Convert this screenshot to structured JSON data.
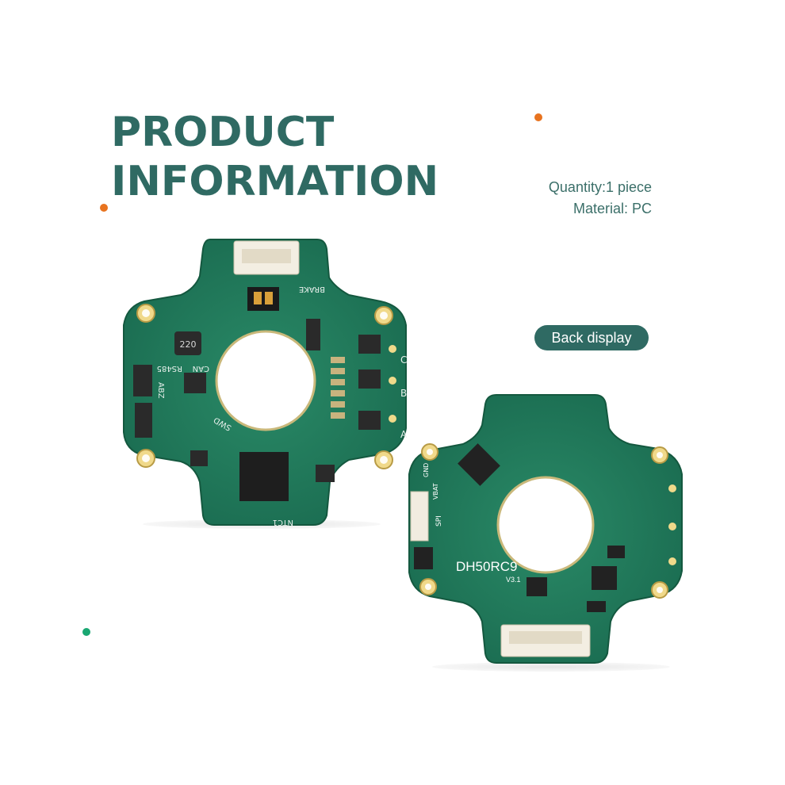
{
  "title": {
    "line1": "PRODUCT",
    "line2": "INFORMATION"
  },
  "specs": {
    "quantity": "Quantity:1 piece",
    "material": "Material: PC"
  },
  "back_label": "Back display",
  "colors": {
    "accent_teal": "#2f6a63",
    "dot_orange": "#e8731f",
    "dot_green": "#1aa772",
    "pcb_green": "#1f7a5c"
  },
  "front_board": {
    "labels": {
      "brake": "BRAKE",
      "can": "CAN",
      "rs485": "RS485",
      "abz": "ABZ",
      "swd": "SWD",
      "ntc1": "NTC1",
      "a": "A",
      "b": "B",
      "c": "C",
      "inductor": "220"
    }
  },
  "back_board": {
    "labels": {
      "model": "DH50RC9",
      "version": "V3.1",
      "spi": "SPI",
      "gnd": "GND",
      "vbat": "VBAT"
    }
  }
}
